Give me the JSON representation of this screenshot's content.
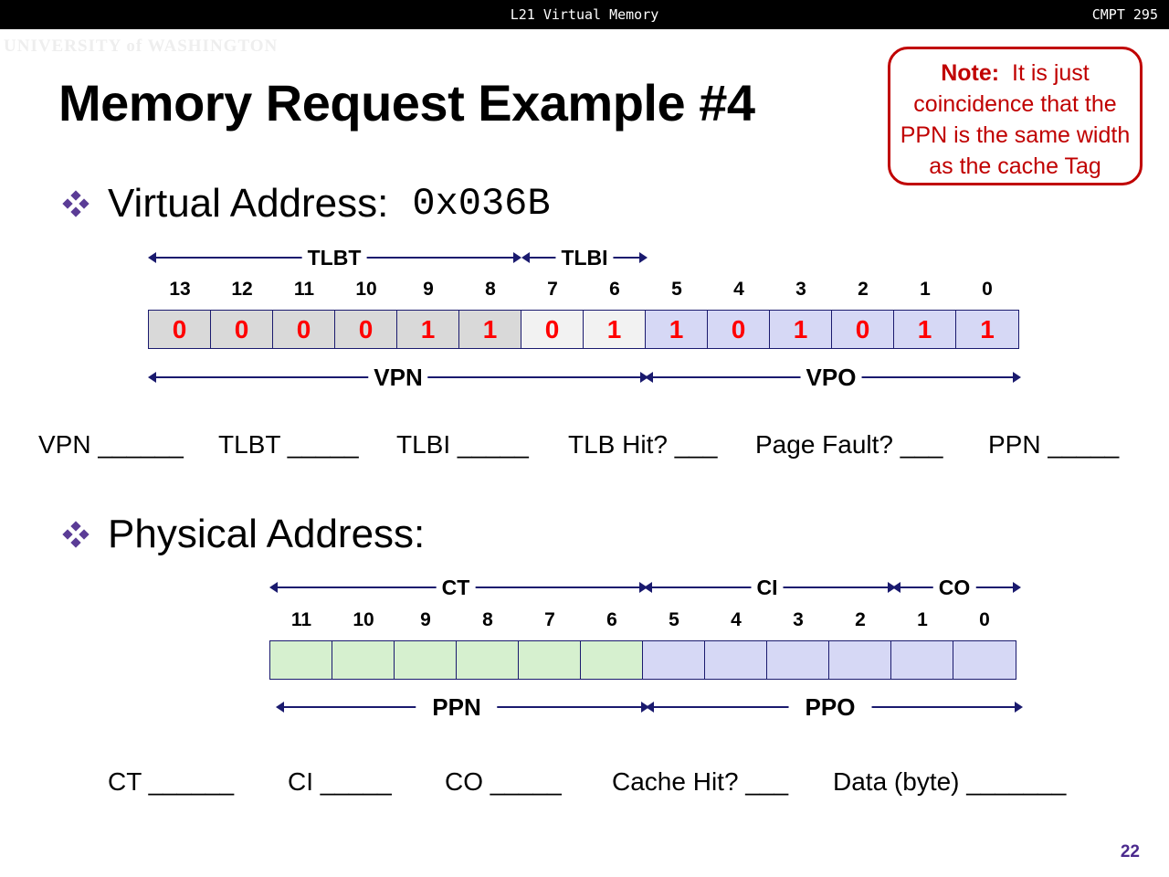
{
  "header": {
    "lecture": "L21 Virtual Memory",
    "course": "CMPT 295",
    "logo": "UNIVERSITY of WASHINGTON"
  },
  "title": "Memory Request Example #4",
  "note": {
    "bold": "Note:",
    "text_line1": "It is just",
    "text_line2": "coincidence that the",
    "text_line3": "PPN is the same width",
    "text_line4": "as the cache Tag"
  },
  "virtual": {
    "bullet_label": "Virtual Address:",
    "address": "0x036B",
    "top_segments": [
      {
        "label": "TLBT"
      },
      {
        "label": "TLBI"
      }
    ],
    "bottom_segments": [
      {
        "label": "VPN"
      },
      {
        "label": "VPO"
      }
    ],
    "bit_indices": [
      "13",
      "12",
      "11",
      "10",
      "9",
      "8",
      "7",
      "6",
      "5",
      "4",
      "3",
      "2",
      "1",
      "0"
    ],
    "bit_values": [
      "0",
      "0",
      "0",
      "0",
      "1",
      "1",
      "0",
      "1",
      "1",
      "0",
      "1",
      "0",
      "1",
      "1"
    ],
    "bit_groups": [
      "tlbt",
      "tlbt",
      "tlbt",
      "tlbt",
      "tlbt",
      "tlbt",
      "tlbi",
      "tlbi",
      "vpo",
      "vpo",
      "vpo",
      "vpo",
      "vpo",
      "vpo"
    ],
    "fields": [
      {
        "label": "VPN",
        "blank": "______"
      },
      {
        "label": "TLBT",
        "blank": "_____"
      },
      {
        "label": "TLBI",
        "blank": "_____"
      },
      {
        "label": "TLB Hit?",
        "blank": "___"
      },
      {
        "label": "Page Fault?",
        "blank": "___"
      },
      {
        "label": "PPN",
        "blank": "_____"
      }
    ]
  },
  "physical": {
    "bullet_label": "Physical Address:",
    "top_segments": [
      {
        "label": "CT"
      },
      {
        "label": "CI"
      },
      {
        "label": "CO"
      }
    ],
    "bottom_segments": [
      {
        "label": "PPN"
      },
      {
        "label": "PPO"
      }
    ],
    "bit_indices": [
      "11",
      "10",
      "9",
      "8",
      "7",
      "6",
      "5",
      "4",
      "3",
      "2",
      "1",
      "0"
    ],
    "bit_values": [
      "",
      "",
      "",
      "",
      "",
      "",
      "",
      "",
      "",
      "",
      "",
      ""
    ],
    "bit_groups": [
      "ppn",
      "ppn",
      "ppn",
      "ppn",
      "ppn",
      "ppn",
      "ppo",
      "ppo",
      "ppo",
      "ppo",
      "ppo",
      "ppo"
    ],
    "fields": [
      {
        "label": "CT",
        "blank": "______"
      },
      {
        "label": "CI",
        "blank": "_____"
      },
      {
        "label": "CO",
        "blank": "_____"
      },
      {
        "label": "Cache Hit?",
        "blank": "___"
      },
      {
        "label": "Data (byte)",
        "blank": "_______"
      }
    ]
  },
  "colors": {
    "tlbt": "#d9d9d9",
    "tlbi": "#f2f2f2",
    "vpo": "#d6d8f5",
    "ppn": "#d6f0cf",
    "ppo": "#d6d8f5",
    "bit_value": "#ff0000",
    "note": "#c00000",
    "accent": "#5b3c96"
  },
  "page_number": "22"
}
